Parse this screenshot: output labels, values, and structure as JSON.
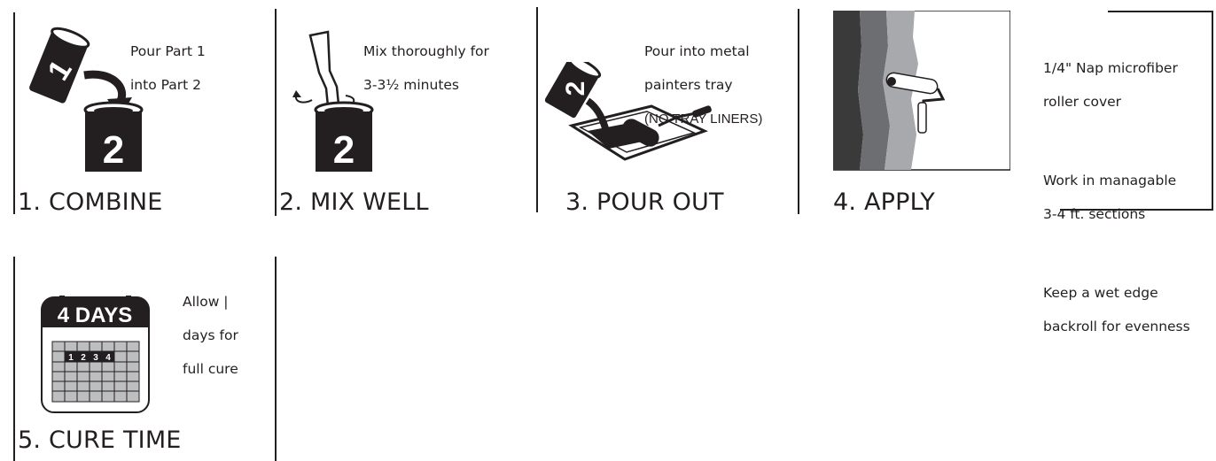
{
  "steps": [
    {
      "title": "1. COMBINE",
      "note_lines": [
        "Pour Part 1",
        "into Part 2"
      ]
    },
    {
      "title": "2. MIX WELL",
      "note_lines": [
        "Mix thoroughly for",
        "3-3½ minutes"
      ]
    },
    {
      "title": "3. POUR OUT",
      "note_lines": [
        "Pour into metal",
        "painters tray"
      ],
      "note_sub": "(NO TRAY LINERS)"
    },
    {
      "title": "4. APPLY",
      "tips": [
        {
          "lines": [
            "1/4\" Nap microfiber",
            "roller cover"
          ]
        },
        {
          "lines": [
            "Work in managable",
            "3-4 ft. sections"
          ]
        },
        {
          "lines": [
            "Keep a wet edge",
            "backroll for evenness"
          ]
        }
      ]
    },
    {
      "title": "5. CURE TIME",
      "note_lines": [
        "Allow |",
        "days for",
        "full cure"
      ]
    }
  ],
  "illustrations": {
    "can1_label": "1",
    "can2_label": "2",
    "calendar_header": "4 DAYS",
    "calendar_days": [
      "1",
      "2",
      "3",
      "4"
    ]
  },
  "colors": {
    "ink": "#231f20",
    "wall_dark": "#3a3a3a",
    "wall_mid": "#6d6e71",
    "wall_light": "#a7a9ac",
    "grid": "#bcbec0"
  }
}
